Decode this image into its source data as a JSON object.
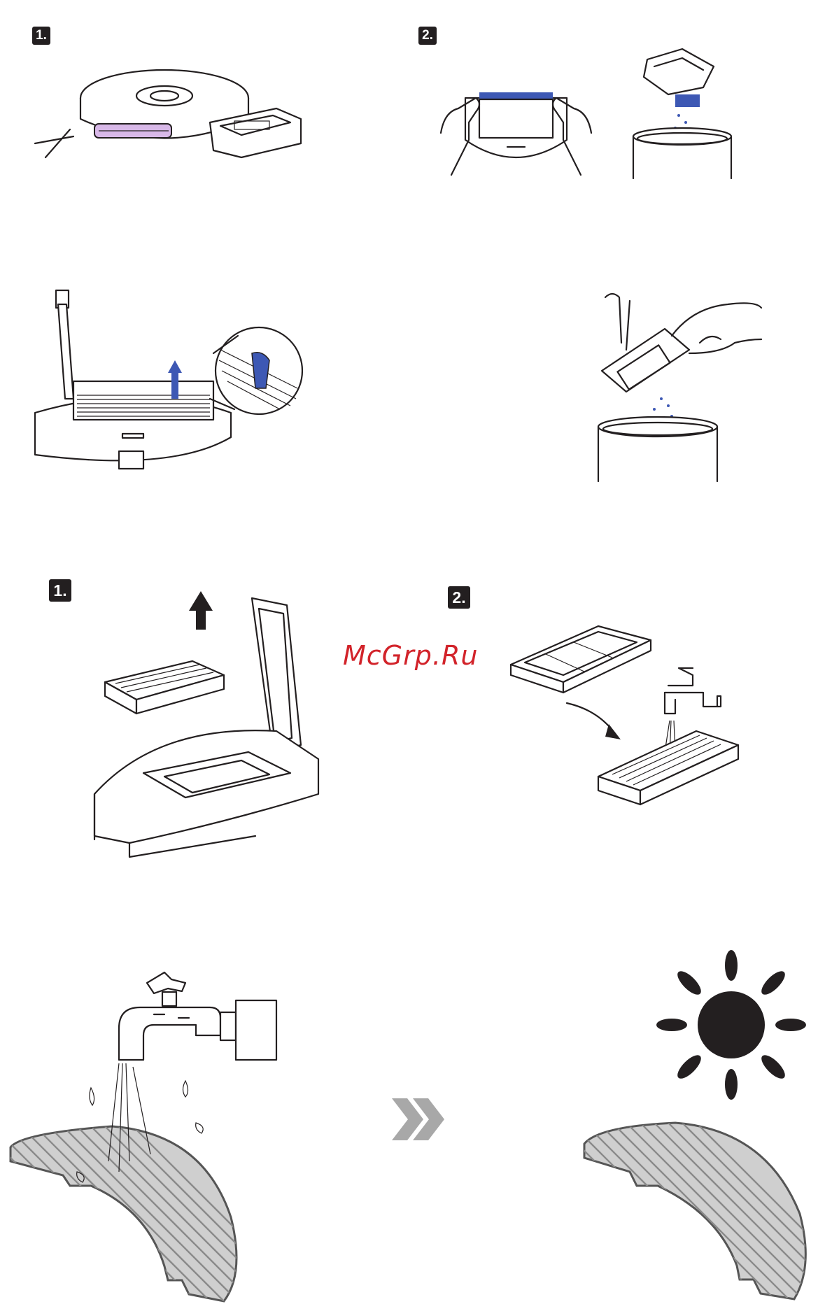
{
  "steps": {
    "row1_step1": "1.",
    "row1_step2": "2.",
    "row3_step1": "1.",
    "row3_step2": "2."
  },
  "watermark": "McGrp.Ru",
  "colors": {
    "accent_blue": "#3d58b4",
    "watermark_red": "#d2232a",
    "badge_bg": "#231f20",
    "pad_gray": "#cfcfcf"
  },
  "icons": [
    "robot-vacuum-icon",
    "dustbin-icon",
    "trash-can-icon",
    "filter-icon",
    "faucet-icon",
    "mop-pad-icon",
    "sun-icon",
    "double-chevron-right-icon",
    "up-arrow-icon",
    "curved-arrow-icon"
  ]
}
